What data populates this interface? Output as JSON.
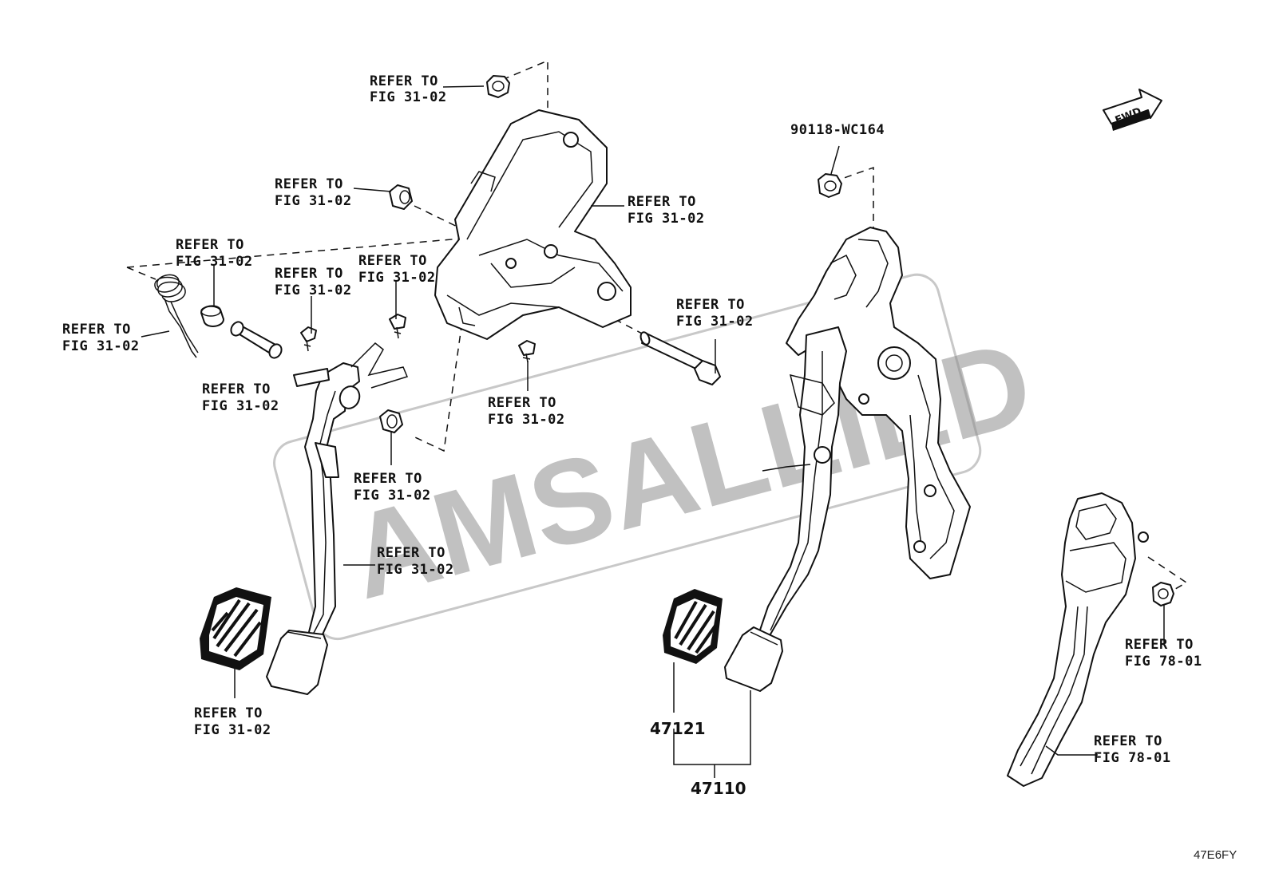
{
  "watermark": "AMSALLIED",
  "figure_code": "47E6FY",
  "fwd_label": "FWD",
  "callouts": {
    "c1": [
      "REFER TO",
      "FIG 31-02"
    ],
    "c2": [
      "REFER TO",
      "FIG 31-02"
    ],
    "c3": [
      "REFER TO",
      "FIG 31-02"
    ],
    "c4": [
      "REFER TO",
      "FIG 31-02"
    ],
    "c5": [
      "REFER TO",
      "FIG 31-02"
    ],
    "c6": [
      "REFER TO",
      "FIG 31-02"
    ],
    "c7": [
      "REFER TO",
      "FIG 31-02"
    ],
    "c8": [
      "REFER TO",
      "FIG 31-02"
    ],
    "c9": [
      "REFER TO",
      "FIG 31-02"
    ],
    "c10": [
      "REFER TO",
      "FIG 31-02"
    ],
    "c11": [
      "REFER TO",
      "FIG 31-02"
    ],
    "c12": [
      "REFER TO",
      "FIG 31-02"
    ],
    "c13": [
      "REFER TO",
      "FIG 31-02"
    ],
    "c14": [
      "REFER TO",
      "FIG 78-01"
    ],
    "c15": [
      "REFER TO",
      "FIG 78-01"
    ]
  },
  "part_numbers": {
    "nut_right": "90118-WC164",
    "brake_pad": "47121",
    "brake_pedal_assy": "47110"
  }
}
